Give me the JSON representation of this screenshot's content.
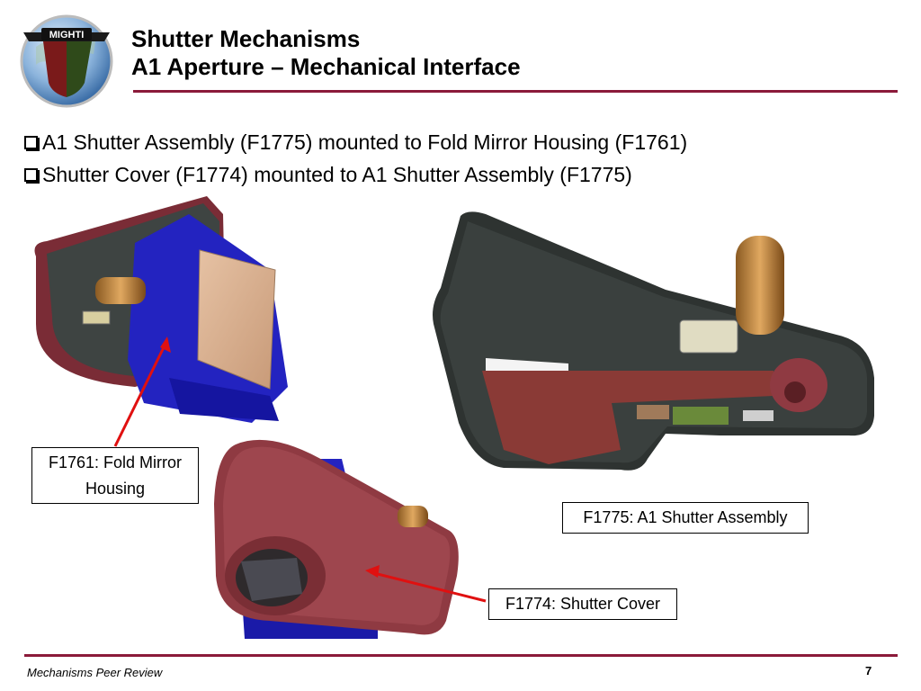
{
  "logo": {
    "text": "MIGHTI"
  },
  "title": {
    "line1": "Shutter Mechanisms",
    "line2": "A1 Aperture – Mechanical Interface"
  },
  "bullets": [
    "A1 Shutter Assembly (F1775) mounted to Fold Mirror Housing (F1761)",
    "Shutter Cover (F1774) mounted to A1 Shutter  Assembly (F1775)"
  ],
  "callouts": {
    "fold_mirror": "F1761: Fold Mirror Housing",
    "shutter_assembly": "F1775: A1 Shutter Assembly",
    "shutter_cover": "F1774: Shutter Cover"
  },
  "footer": {
    "left": "Mechanisms Peer Review",
    "page": "7"
  },
  "colors": {
    "accent_rule": "#8b1a3a",
    "callout_arrow": "#e01010",
    "housing_blue": "#2b2bc8",
    "cover_maroon": "#8f3a42"
  }
}
